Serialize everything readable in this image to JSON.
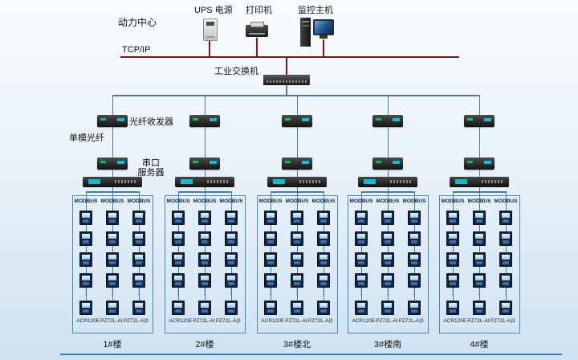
{
  "header": {
    "site_label": "动力中心",
    "devices": [
      {
        "id": "ups",
        "label": "UPS 电源"
      },
      {
        "id": "printer",
        "label": "打印机"
      },
      {
        "id": "host",
        "label": "监控主机"
      }
    ],
    "tcpip_label": "TCP/IP",
    "switch_label": "工业交换机"
  },
  "annotations": {
    "fiber_transceiver": "光纤收发器",
    "single_mode_fiber": "单模光纤",
    "serial_server": [
      "串口",
      "服务器"
    ],
    "more_indicator": "⋮"
  },
  "branches": [
    {
      "name": "1#楼",
      "modbus_columns": [
        "MODBUS",
        "MODBUS",
        "MODBUS"
      ],
      "models": [
        "ACR120E",
        "PZ72L-AI",
        "PZ72L-A|3"
      ]
    },
    {
      "name": "2#楼",
      "modbus_columns": [
        "MODBUS",
        "MODBUS",
        "MODBUS"
      ],
      "models": [
        "ACR120E",
        "PZ72L-AI",
        "PZ72L-A|3"
      ]
    },
    {
      "name": "3#楼北",
      "modbus_columns": [
        "MODBUS",
        "MODBUS",
        "MODBUS"
      ],
      "models": [
        "ACR120E",
        "PZ72L-AI",
        "PZ72L-A|3"
      ]
    },
    {
      "name": "3#楼南",
      "modbus_columns": [
        "MODBUS",
        "MODBUS",
        "MODBUS"
      ],
      "models": [
        "ACR120E",
        "PZ72L-AI",
        "PZ72L-A|3"
      ]
    },
    {
      "name": "4#楼",
      "modbus_columns": [
        "MODBUS",
        "MODBUS",
        "MODBUS"
      ],
      "models": [
        "ACR120E",
        "PZ72L-AI",
        "PZ72L-A|3"
      ]
    }
  ],
  "colors": {
    "backbone": "#7e1416",
    "branch_line": "#3e7cb1"
  }
}
